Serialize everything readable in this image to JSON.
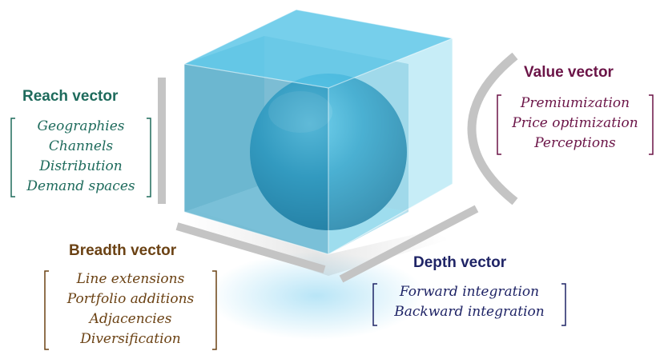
{
  "colors": {
    "reach": "#1e6b5c",
    "value": "#6b1447",
    "breadth": "#6b4214",
    "depth": "#1f2466",
    "cube_face": "#5fc3de",
    "sphere": "#1e88ad",
    "bar": "#c4c4c4"
  },
  "vectors": {
    "reach": {
      "title": "Reach vector",
      "items": [
        "Geographies",
        "Channels",
        "Distribution",
        "Demand spaces"
      ]
    },
    "value": {
      "title": "Value vector",
      "items": [
        "Premiumization",
        "Price optimization",
        "Perceptions"
      ]
    },
    "breadth": {
      "title": "Breadth vector",
      "items": [
        "Line extensions",
        "Portfolio additions",
        "Adjacencies",
        "Diversification"
      ]
    },
    "depth": {
      "title": "Depth vector",
      "items": [
        "Forward integration",
        "Backward integration"
      ]
    }
  }
}
